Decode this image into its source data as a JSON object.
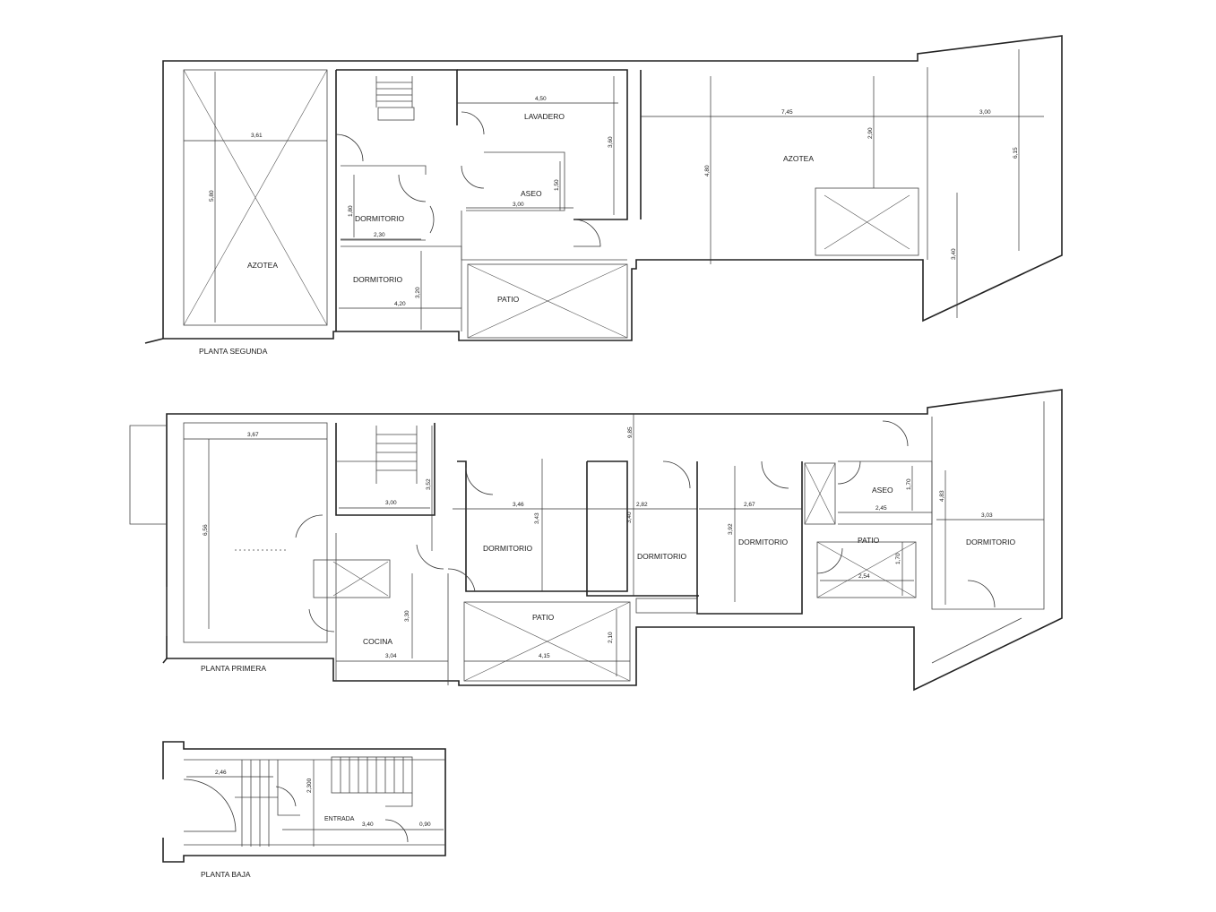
{
  "floors": {
    "segunda": {
      "title": "PLANTA SEGUNDA",
      "rooms": {
        "azotea_left": "AZOTEA",
        "lavadero": "LAVADERO",
        "aseo": "ASEO",
        "dormitorio_1": "DORMITORIO",
        "dormitorio_2": "DORMITORIO",
        "patio": "PATIO",
        "azotea_right": "AZOTEA"
      },
      "dims": {
        "azotea_w": "3,61",
        "azotea_h": "5,80",
        "lavadero_w": "4,50",
        "lavadero_h": "3,60",
        "aseo_w": "3,00",
        "aseo_h": "1,50",
        "dorm1_h": "1,80",
        "dorm1_w": "2,30",
        "dorm2_h": "3,20",
        "dorm2_w": "4,20",
        "azotea_r_w1": "7,45",
        "azotea_r_w2": "3,00",
        "azotea_r_h1": "4,80",
        "azotea_r_h2": "2,90",
        "azotea_r_h3": "6,15",
        "azotea_r_h4": "3,40"
      }
    },
    "primera": {
      "title": "PLANTA PRIMERA",
      "rooms": {
        "dorm_1": "DORMITORIO",
        "dorm_2": "DORMITORIO",
        "dorm_3": "DORMITORIO",
        "dorm_4": "DORMITORIO",
        "aseo": "ASEO",
        "patio_small": "PATIO",
        "patio": "PATIO",
        "cocina": "COCINA"
      },
      "dims": {
        "salon_w": "3,67",
        "salon_h": "6,56",
        "stair_w": "3,00",
        "stair_h": "3,52",
        "total_h": "9,85",
        "dorm1_w": "3,46",
        "dorm1_h": "3,43",
        "dorm2_w": "2,82",
        "dorm2_h": "3,40",
        "dorm3_w": "2,67",
        "dorm3_h": "3,92",
        "aseo_w": "2,45",
        "aseo_h": "1,70",
        "patio_s_w": "2,54",
        "patio_s_h": "1,70",
        "dorm4_h": "4,83",
        "dorm4_w": "3,03",
        "cocina_h": "3,30",
        "cocina_w": "3,04",
        "patio_w": "4,15",
        "patio_h": "2,10"
      }
    },
    "baja": {
      "title": "PLANTA BAJA",
      "rooms": {
        "entrada": "ENTRADA"
      },
      "dims": {
        "w1": "2,46",
        "h1": "2,300",
        "w2": "3,40",
        "w3": "0,90"
      }
    }
  }
}
